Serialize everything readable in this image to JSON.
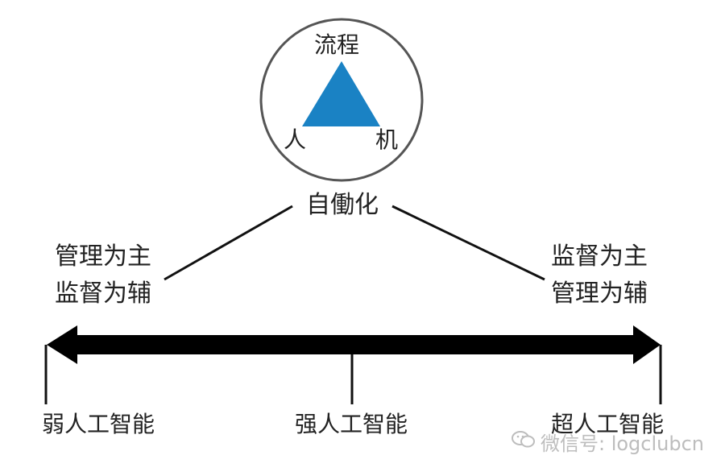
{
  "triangle": {
    "top": "流程",
    "left": "人",
    "right": "机",
    "fill": "#1a82c4"
  },
  "center_label": "自働化",
  "left_side": {
    "line1": "管理为主",
    "line2": "监督为辅"
  },
  "right_side": {
    "line1": "监督为主",
    "line2": "管理为辅"
  },
  "scale": {
    "left": "弱人工智能",
    "middle": "强人工智能",
    "right": "超人工智能"
  },
  "watermark": {
    "text": "微信号: logclubcn",
    "icon": "wechat-icon"
  }
}
